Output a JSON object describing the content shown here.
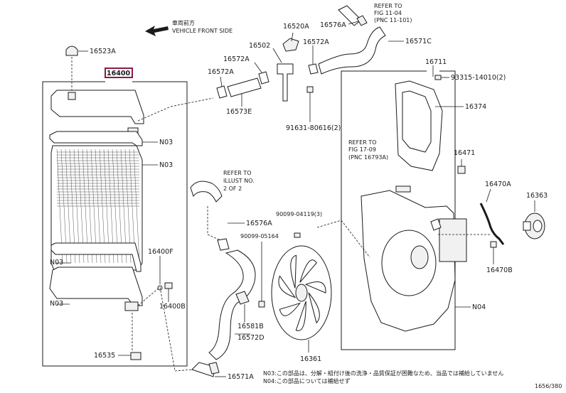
{
  "header": {
    "arrow_label_jp": "車両前方",
    "arrow_label_en": "VEHICLE FRONT SIDE"
  },
  "callouts": {
    "p16400": "16400",
    "p16523A": "16523A",
    "n03_a": "N03",
    "n03_b": "N03",
    "n03_c": "N03",
    "n03_d": "N03",
    "p16400F": "16400F",
    "p16400B": "16400B",
    "p16535": "16535",
    "p16520A": "16520A",
    "p16576A_top": "16576A",
    "p16502": "16502",
    "p16572A_a": "16572A",
    "p16572A_b": "16572A",
    "p16572A_c": "16572A",
    "p16573E": "16573E",
    "p16571C": "16571C",
    "p91631": "91631-80616(2)",
    "p16711": "16711",
    "p93315": "93315-14010(2)",
    "p16374": "16374",
    "p16471": "16471",
    "p16470A": "16470A",
    "p16363": "16363",
    "p16470B": "16470B",
    "n04": "N04",
    "p90099_a": "90099-04119(3)",
    "p90099_b": "90099-05164",
    "p16576A_mid": "16576A",
    "p16581B": "16581B",
    "p16572D": "16572D",
    "p16361": "16361",
    "p16571A": "16571A"
  },
  "references": {
    "ref_top_1": "REFER TO",
    "ref_top_2": "FIG 11-04",
    "ref_top_3": "(PNC 11-101)",
    "ref_mid_1": "REFER TO",
    "ref_mid_2": "ILLUST NO.",
    "ref_mid_3": "2 OF 2",
    "ref_right_1": "REFER TO",
    "ref_right_2": "FIG 17-09",
    "ref_right_3": "(PNC 16793A)"
  },
  "footnotes": {
    "line1": "N03:この部品は、分解・組付け後の洗浄・品質保証が困難なため、当品では補給していません",
    "line2": "N04:この部品については補給せず",
    "code": "1656/380"
  },
  "colors": {
    "highlight": "#8b1a4a",
    "ink": "#1a1a1a"
  }
}
